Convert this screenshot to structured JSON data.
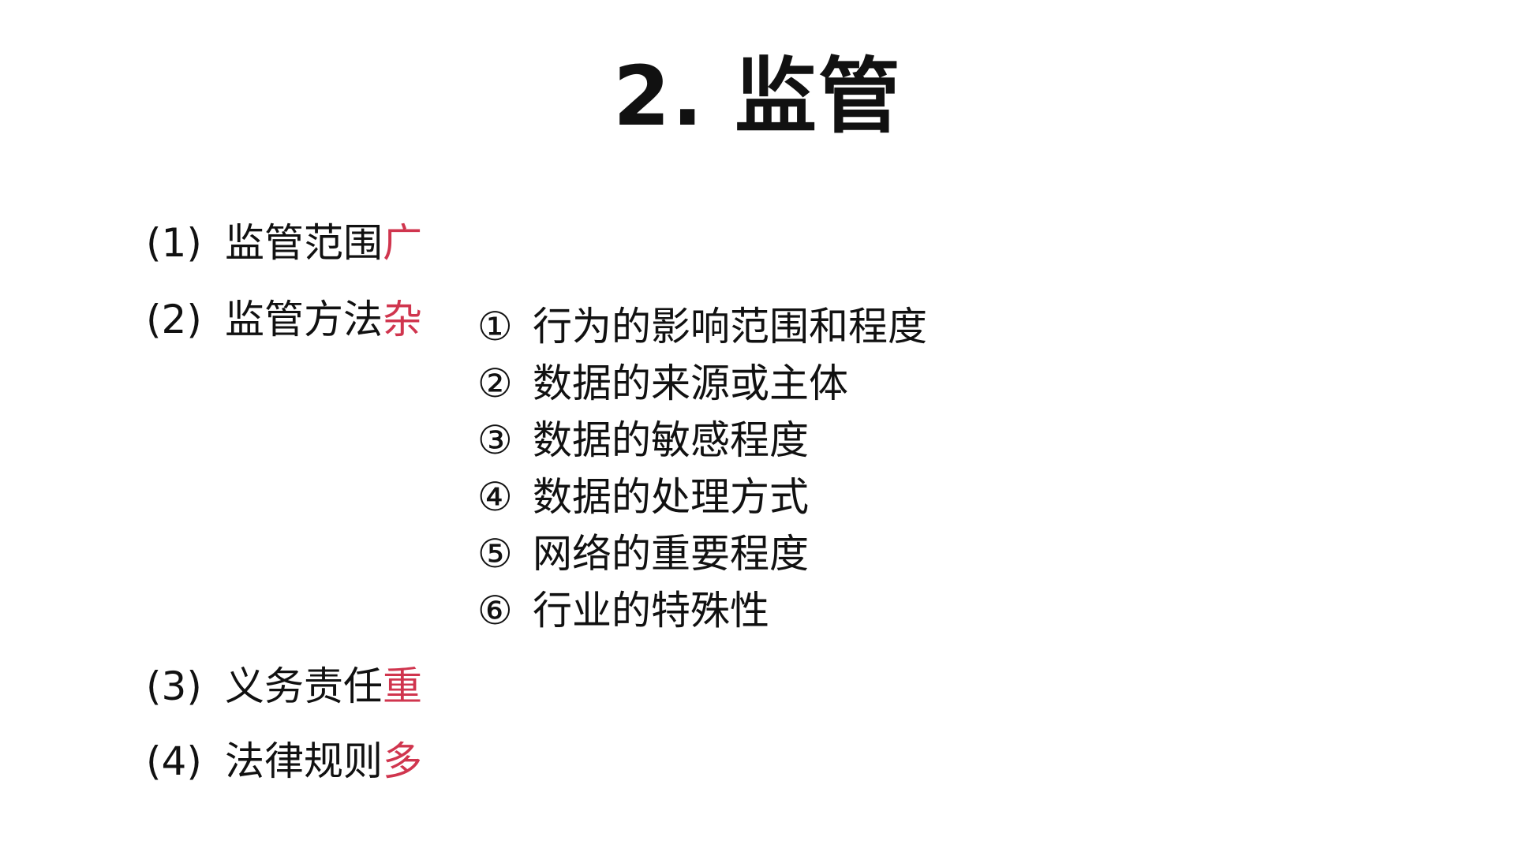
{
  "slide": {
    "title": "2. 监管",
    "accent_color": "#d0354e",
    "points": [
      {
        "number": "(1)",
        "text": "监管范围",
        "emphasis": "广"
      },
      {
        "number": "(2)",
        "text": "监管方法",
        "emphasis": "杂"
      },
      {
        "number": "(3)",
        "text": "义务责任",
        "emphasis": "重"
      },
      {
        "number": "(4)",
        "text": "法律规则",
        "emphasis": "多"
      }
    ],
    "methods": [
      {
        "marker": "①",
        "text": "行为的影响范围和程度"
      },
      {
        "marker": "②",
        "text": "数据的来源或主体"
      },
      {
        "marker": "③",
        "text": "数据的敏感程度"
      },
      {
        "marker": "④",
        "text": "数据的处理方式"
      },
      {
        "marker": "⑤",
        "text": "网络的重要程度"
      },
      {
        "marker": "⑥",
        "text": "行业的特殊性"
      }
    ]
  }
}
